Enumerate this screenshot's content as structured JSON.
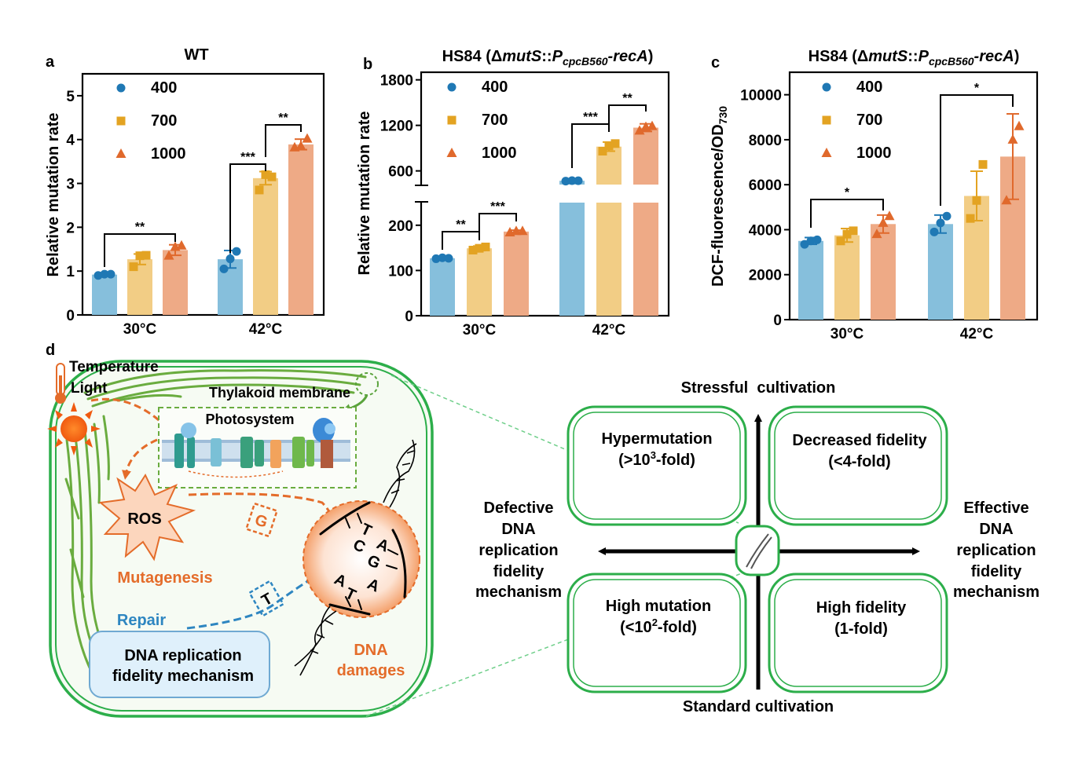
{
  "panel_labels": {
    "a": "a",
    "b": "b",
    "c": "c",
    "d": "d"
  },
  "colors": {
    "c400_bar": "#86bfdc",
    "c700_bar": "#f2cd85",
    "c1000_bar": "#eeaa86",
    "c400_pt": "#1f78b4",
    "c700_pt": "#e3a322",
    "c1000_pt": "#e0692c",
    "green": "#2cae4a",
    "orange": "#e46c2a",
    "blue": "#2e86c1"
  },
  "chart_data": [
    {
      "type": "bar",
      "panel": "a",
      "title": "WT",
      "ylabel": "Relative mutation rate",
      "xlabel": "",
      "categories": [
        "30°C",
        "42°C"
      ],
      "ylim": [
        0,
        5.5
      ],
      "yticks": [
        "0",
        "1",
        "2",
        "3",
        "4",
        "5"
      ],
      "legend": [
        "400",
        "700",
        "1000"
      ],
      "series": [
        {
          "name": "400",
          "values": [
            0.92,
            1.27
          ],
          "sd": [
            0.04,
            0.2
          ],
          "points": [
            [
              0.9,
              0.93,
              0.93
            ],
            [
              1.05,
              1.28,
              1.45
            ]
          ]
        },
        {
          "name": "700",
          "values": [
            1.27,
            3.12
          ],
          "sd": [
            0.12,
            0.15
          ],
          "points": [
            [
              1.1,
              1.35,
              1.36
            ],
            [
              2.85,
              3.2,
              3.15
            ]
          ]
        },
        {
          "name": "1000",
          "values": [
            1.48,
            3.89
          ],
          "sd": [
            0.12,
            0.12
          ],
          "points": [
            [
              1.35,
              1.55,
              1.58
            ],
            [
              3.82,
              3.85,
              4.02
            ]
          ]
        }
      ],
      "significance": [
        {
          "label": "**",
          "from": "30°C 400",
          "to": "30°C 1000"
        },
        {
          "label": "***",
          "from": "42°C 400",
          "to": "42°C 700"
        },
        {
          "label": "**",
          "from": "42°C 700",
          "to": "42°C 1000"
        }
      ]
    },
    {
      "type": "bar",
      "panel": "b",
      "title_parts": [
        "HS84 (Δ",
        "mutS",
        "::",
        "P",
        "cpcB560",
        "-",
        "recA",
        ")"
      ],
      "ylabel": "Relative mutation rate",
      "xlabel": "",
      "categories": [
        "30°C",
        "42°C"
      ],
      "axis_break": true,
      "yticks_lower": [
        "0",
        "100",
        "200"
      ],
      "yticks_upper": [
        "600",
        "1200",
        "1800"
      ],
      "legend": [
        "400",
        "700",
        "1000"
      ],
      "series": [
        {
          "name": "400",
          "values": [
            127,
            470
          ],
          "sd": [
            2,
            10
          ],
          "points": [
            [
              126,
              128,
              127
            ],
            [
              465,
              472,
              470
            ]
          ]
        },
        {
          "name": "700",
          "values": [
            149,
            920
          ],
          "sd": [
            5,
            60
          ],
          "points": [
            [
              145,
              149,
              152
            ],
            [
              860,
              930,
              960
            ]
          ]
        },
        {
          "name": "1000",
          "values": [
            186,
            1170
          ],
          "sd": [
            3,
            50
          ],
          "points": [
            [
              184,
              187,
              187
            ],
            [
              1130,
              1180,
              1190
            ]
          ]
        }
      ],
      "significance": [
        {
          "label": "**",
          "from": "30°C 400",
          "to": "30°C 700"
        },
        {
          "label": "***",
          "from": "30°C 700",
          "to": "30°C 1000"
        },
        {
          "label": "***",
          "from": "42°C 400",
          "to": "42°C 700"
        },
        {
          "label": "**",
          "from": "42°C 700",
          "to": "42°C 1000"
        }
      ]
    },
    {
      "type": "bar",
      "panel": "c",
      "title_parts": [
        "HS84 (Δ",
        "mutS",
        "::",
        "P",
        "cpcB560",
        "-",
        "recA",
        ")"
      ],
      "ylabel_parts": [
        "DCF-fluorescence/OD",
        "730"
      ],
      "xlabel": "",
      "categories": [
        "30°C",
        "42°C"
      ],
      "ylim": [
        0,
        11000
      ],
      "yticks": [
        "0",
        "2000",
        "4000",
        "6000",
        "8000",
        "10000"
      ],
      "legend": [
        "400",
        "700",
        "1000"
      ],
      "series": [
        {
          "name": "400",
          "values": [
            3500,
            4250
          ],
          "sd": [
            150,
            400
          ],
          "points": [
            [
              3350,
              3500,
              3550
            ],
            [
              3900,
              4300,
              4600
            ]
          ]
        },
        {
          "name": "700",
          "values": [
            3750,
            5500
          ],
          "sd": [
            300,
            1100
          ],
          "points": [
            [
              3500,
              3800,
              3950
            ],
            [
              4500,
              5300,
              6900
            ]
          ]
        },
        {
          "name": "1000",
          "values": [
            4250,
            7250
          ],
          "sd": [
            400,
            1900
          ],
          "points": [
            [
              3800,
              4300,
              4600
            ],
            [
              5300,
              8000,
              8600
            ]
          ]
        }
      ],
      "significance": [
        {
          "label": "*",
          "from": "30°C 400",
          "to": "30°C 1000"
        },
        {
          "label": "*",
          "from": "42°C 400",
          "to": "42°C 1000"
        }
      ]
    }
  ],
  "diagram": {
    "temperature": "Temperature",
    "light": "Light",
    "thylakoid": "Thylakoid membrane",
    "photosystem": "Photosystem",
    "ros": "ROS",
    "mutagenesis": "Mutagenesis",
    "repair": "Repair",
    "fidelity_box": [
      "DNA replication",
      "fidelity mechanism"
    ],
    "dna_damages": [
      "DNA",
      "damages"
    ],
    "base_g": "G",
    "base_t": "T",
    "dna_letters": [
      "T",
      "C",
      "G",
      "A",
      "A",
      "T",
      "A"
    ],
    "stressful": "Stressful  cultivation",
    "standard": "Standard cultivation",
    "left_axis": [
      "Defective",
      "DNA",
      "replication",
      "fidelity",
      "mechanism"
    ],
    "right_axis": [
      "Effective",
      "DNA",
      "replication",
      "fidelity",
      "mechanism"
    ],
    "quadrants": {
      "tl": {
        "line1": "Hypermutation",
        "line2_pre": "(>10",
        "line2_sup": "3",
        "line2_post": "-fold)"
      },
      "tr": {
        "line1": "Decreased fidelity",
        "line2": "(<4-fold)"
      },
      "bl": {
        "line1": "High mutation",
        "line2_pre": "(<10",
        "line2_sup": "2",
        "line2_post": "-fold)"
      },
      "br": {
        "line1": "High fidelity",
        "line2": "(1-fold)"
      }
    }
  }
}
